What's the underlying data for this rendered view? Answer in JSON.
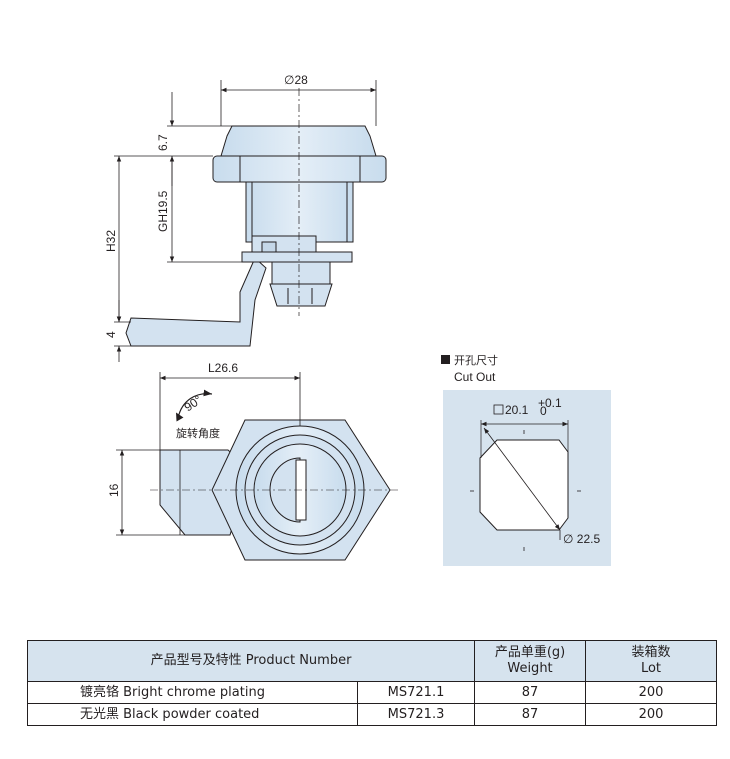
{
  "drawing": {
    "dims": {
      "diameter": "∅28",
      "head_height": "6.7",
      "thread": "GH19.5",
      "height": "H32",
      "cam_thickness": "4",
      "length": "L26.6",
      "width": "16"
    },
    "rotation_angle": "90°",
    "rotation_label": "旋转角度",
    "cutout": {
      "title_cn": "开孔尺寸",
      "title_en": "Cut Out",
      "square": "20.1",
      "tol_plus": "+0.1",
      "tol_minus": "0",
      "diameter": "∅ 22.5"
    }
  },
  "table": {
    "header": {
      "product": "产品型号及特性 Product Number",
      "weight_cn": "产品单重(g)",
      "weight_en": "Weight",
      "lot_cn": "装箱数",
      "lot_en": "Lot"
    },
    "rows": [
      {
        "desc": "镀亮铬 Bright chrome plating",
        "model": "MS721.1",
        "weight": "87",
        "lot": "200"
      },
      {
        "desc": "无光黑 Black powder coated",
        "model": "MS721.3",
        "weight": "87",
        "lot": "200"
      }
    ]
  },
  "colors": {
    "part_fill": "#d3e2f0",
    "panel_fill": "#d6e3ee",
    "line": "#231f20"
  }
}
